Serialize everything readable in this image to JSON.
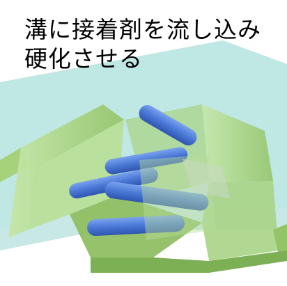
{
  "caption": {
    "line1": "溝に接着剤を流し込み",
    "line2": "硬化させる"
  },
  "colors": {
    "background": "#ffffff",
    "upper_plate": "#b3e3e0",
    "channel_green": "#9fce72",
    "channel_dark": "#6f9a4a",
    "pipe_blue": "#4a78d6",
    "pipe_blue_dark": "#2e55b0",
    "caption_text": "#000000"
  },
  "pipes": {
    "count": 5,
    "icon": "tube"
  }
}
